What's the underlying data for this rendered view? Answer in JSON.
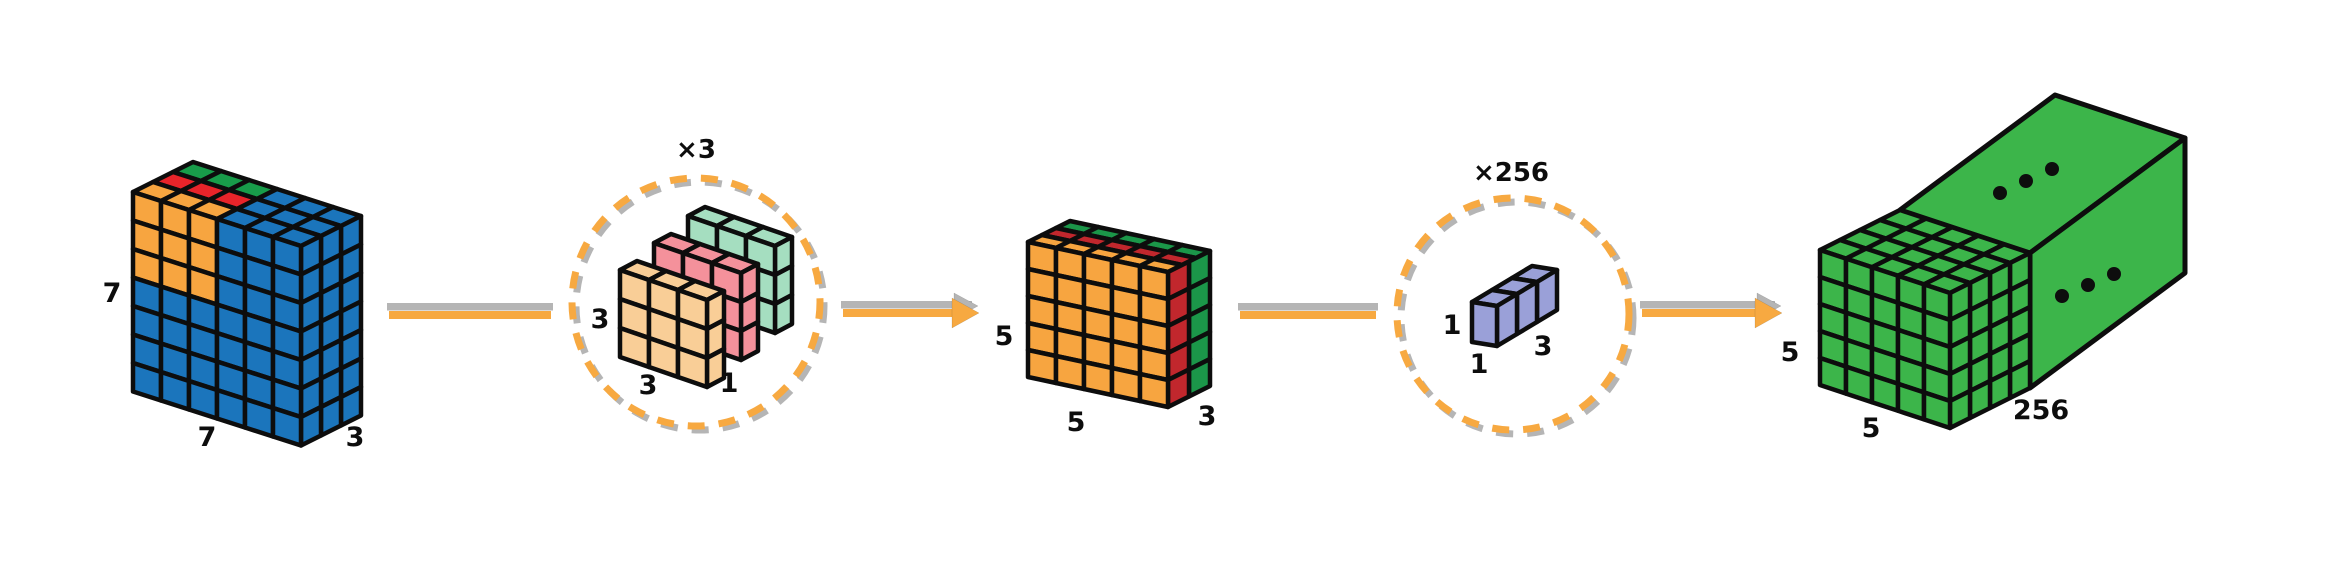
{
  "diagram_title": "depthwise-separable-convolution-flow",
  "colors": {
    "input_blue": "#1b75bc",
    "patch_orange": "#f7a540",
    "band_red": "#e8242a",
    "band_green": "#189c4a",
    "kernel_orange": "#f9ce97",
    "kernel_pink": "#f4919b",
    "kernel_green": "#a5dec0",
    "mid_orange": "#f7a540",
    "mid_red": "#c1272d",
    "mid_green": "#1b9649",
    "pointwise_purple": "#9aa0d8",
    "output_green": "#3cb54a",
    "arrow_orange": "#f7a941",
    "shadow_gray": "#b5b5b5",
    "outline_black": "#0d0d0d",
    "label_black": "#0d0d0d"
  },
  "stages": {
    "input": {
      "height_label": "7",
      "width_label": "7",
      "channels_label": "3",
      "rows": 7,
      "cols": 6,
      "depth": 3,
      "highlight_patch": "3x3"
    },
    "depthwise": {
      "count_label": "×3",
      "kernel_height_label": "3",
      "kernel_width_label": "3",
      "kernel_channels_label": "1",
      "num_kernels": 3
    },
    "intermediate": {
      "height_label": "5",
      "width_label": "5",
      "channels_label": "3",
      "rows": 5,
      "cols": 5,
      "depth": 3
    },
    "pointwise": {
      "count_label": "×256",
      "kernel_height_label": "1",
      "kernel_width_label": "1",
      "kernel_channels_label": "3",
      "depth": 3
    },
    "output": {
      "height_label": "5",
      "width_label": "5",
      "channels_label": "256",
      "rows": 5,
      "cols": 5,
      "ellipsis_dot_count": 3
    }
  }
}
